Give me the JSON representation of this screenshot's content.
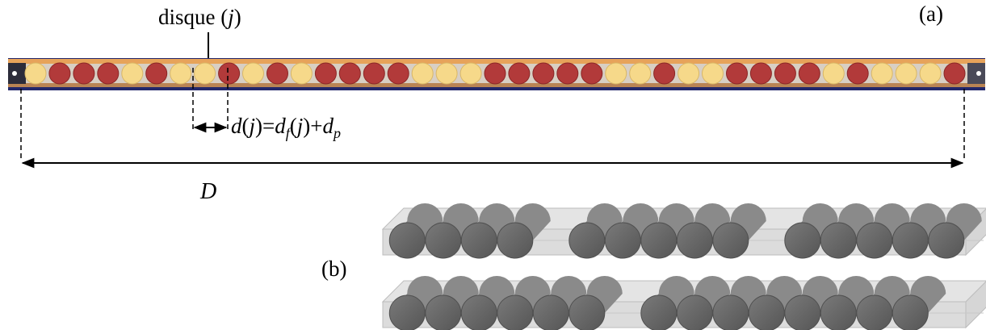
{
  "labels": {
    "disque_prefix": "disque (",
    "disque_j": "j",
    "disque_suffix": ")",
    "panel_a": "(a)",
    "panel_b": "(b)",
    "D": "D",
    "formula": {
      "d": "d",
      "open1": "(",
      "j1": "j",
      "close_eq": ")=",
      "d2": "d",
      "sub_f": "f",
      "open2": "(",
      "j2": "j",
      "close_plus": ")+",
      "d3": "d",
      "sub_p": "p"
    }
  },
  "colors": {
    "cream": "#f6d98a",
    "red": "#b23a3a",
    "frame_orange": "#e7a35a",
    "rail_blue": "#23286b",
    "cylinder": "#6e6e6e",
    "box": "#cfcfcf"
  },
  "photo_discs": [
    "cream",
    "red",
    "red",
    "red",
    "cream",
    "red",
    "cream",
    "cream",
    "red",
    "cream",
    "red",
    "cream",
    "red",
    "red",
    "red",
    "red",
    "cream",
    "cream",
    "cream",
    "red",
    "red",
    "red",
    "red",
    "red",
    "cream",
    "cream",
    "red",
    "cream",
    "cream",
    "red",
    "red",
    "red",
    "red",
    "cream",
    "red",
    "cream",
    "cream",
    "cream",
    "red"
  ],
  "row1_cylinders": [
    1,
    2,
    3,
    4,
    6,
    7,
    8,
    9,
    10,
    12,
    13,
    14,
    15,
    16
  ],
  "row2_cylinders": [
    1,
    2,
    3,
    4,
    5,
    6,
    8,
    9,
    10,
    11,
    12,
    13,
    14,
    15
  ]
}
